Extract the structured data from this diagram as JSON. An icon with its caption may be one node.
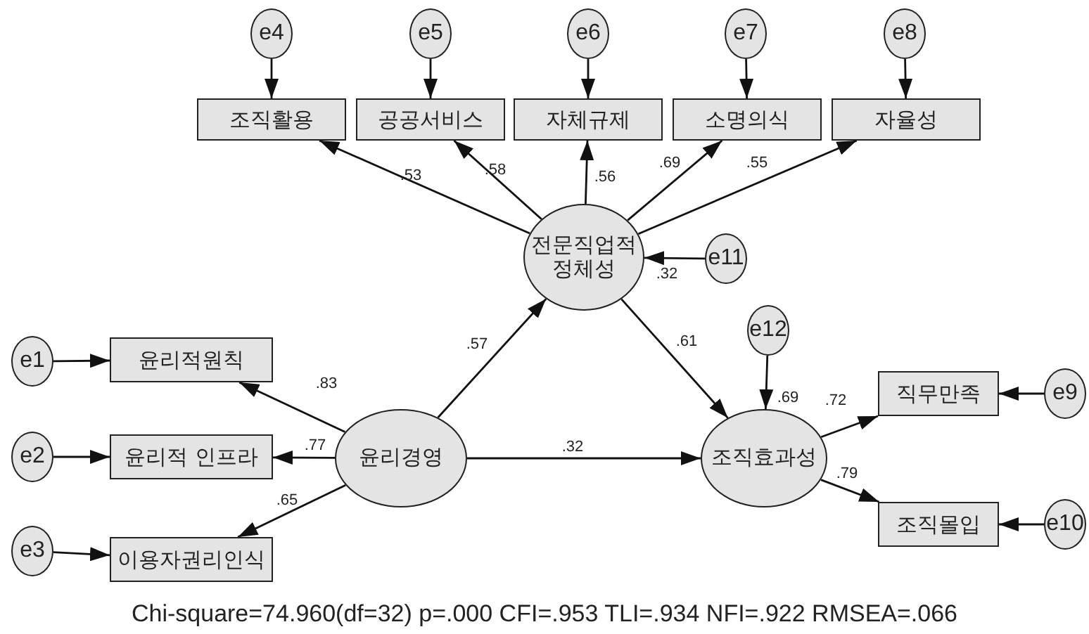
{
  "diagram": {
    "caption": "Chi-square=74.960(df=32) p=.000 CFI=.953 TLI=.934 NFI=.922 RMSEA=.066",
    "nodes": [
      {
        "text": [
          "e4"
        ]
      },
      {
        "text": [
          "e5"
        ]
      },
      {
        "text": [
          "e6"
        ]
      },
      {
        "text": [
          "e7"
        ]
      },
      {
        "text": [
          "e8"
        ]
      },
      {
        "text": [
          "조직활용"
        ]
      },
      {
        "text": [
          "공공서비스"
        ]
      },
      {
        "text": [
          "자체규제"
        ]
      },
      {
        "text": [
          "소명의식"
        ]
      },
      {
        "text": [
          "자율성"
        ]
      },
      {
        "text": [
          "전문직업적 정체성"
        ]
      },
      {
        "text": [
          "e11"
        ]
      },
      {
        "text": [
          "e12"
        ]
      },
      {
        "text": [
          "e1"
        ]
      },
      {
        "text": [
          "윤리적원칙"
        ]
      },
      {
        "text": [
          "직무만족"
        ]
      },
      {
        "text": [
          "e9"
        ]
      },
      {
        "text": [
          "e2"
        ]
      },
      {
        "text": [
          "윤리적 인프라"
        ]
      },
      {
        "text": [
          "윤리경영"
        ]
      },
      {
        "text": [
          "조직효과성"
        ]
      },
      {
        "text": [
          "e3"
        ]
      },
      {
        "text": [
          "이용자권리인식"
        ]
      },
      {
        "text": [
          "조직몰입"
        ]
      },
      {
        "text": [
          "e10"
        ]
      }
    ],
    "edges": [
      {
        "from": 0,
        "to": 5,
        "arrow": "to"
      },
      {
        "from": 1,
        "to": 6,
        "arrow": "to"
      },
      {
        "from": 2,
        "to": 7,
        "arrow": "to"
      },
      {
        "from": 3,
        "to": 8,
        "arrow": "to"
      },
      {
        "from": 4,
        "to": 9,
        "arrow": "to"
      },
      {
        "from": 10,
        "to": 5,
        "arrow": "to",
        "label": ".53"
      },
      {
        "from": 10,
        "to": 6,
        "arrow": "to",
        "label": ".58"
      },
      {
        "from": 10,
        "to": 7,
        "arrow": "to",
        "label": ".56"
      },
      {
        "from": 10,
        "to": 8,
        "arrow": "to",
        "label": ".69"
      },
      {
        "from": 10,
        "to": 9,
        "arrow": "to",
        "label": ".55"
      },
      {
        "from": 11,
        "to": 10,
        "arrow": "to",
        "label": ".32"
      },
      {
        "from": 19,
        "to": 10,
        "arrow": "to",
        "label": ".57"
      },
      {
        "from": 10,
        "to": 20,
        "arrow": "to",
        "label": ".61"
      },
      {
        "from": 12,
        "to": 20,
        "arrow": "to",
        "label": ".69"
      },
      {
        "from": 19,
        "to": 20,
        "arrow": "to",
        "label": ".32"
      },
      {
        "from": 13,
        "to": 14,
        "arrow": "to"
      },
      {
        "from": 17,
        "to": 18,
        "arrow": "to"
      },
      {
        "from": 21,
        "to": 22,
        "arrow": "to"
      },
      {
        "from": 19,
        "to": 14,
        "arrow": "to",
        "label": ".83"
      },
      {
        "from": 19,
        "to": 18,
        "arrow": "to",
        "label": ".77"
      },
      {
        "from": 19,
        "to": 22,
        "arrow": "to",
        "label": ".65"
      },
      {
        "from": 20,
        "to": 15,
        "arrow": "to",
        "label": ".72"
      },
      {
        "from": 20,
        "to": 23,
        "arrow": "to",
        "label": ".79"
      },
      {
        "from": 16,
        "to": 15,
        "arrow": "to"
      },
      {
        "from": 24,
        "to": 23,
        "arrow": "to"
      }
    ]
  }
}
